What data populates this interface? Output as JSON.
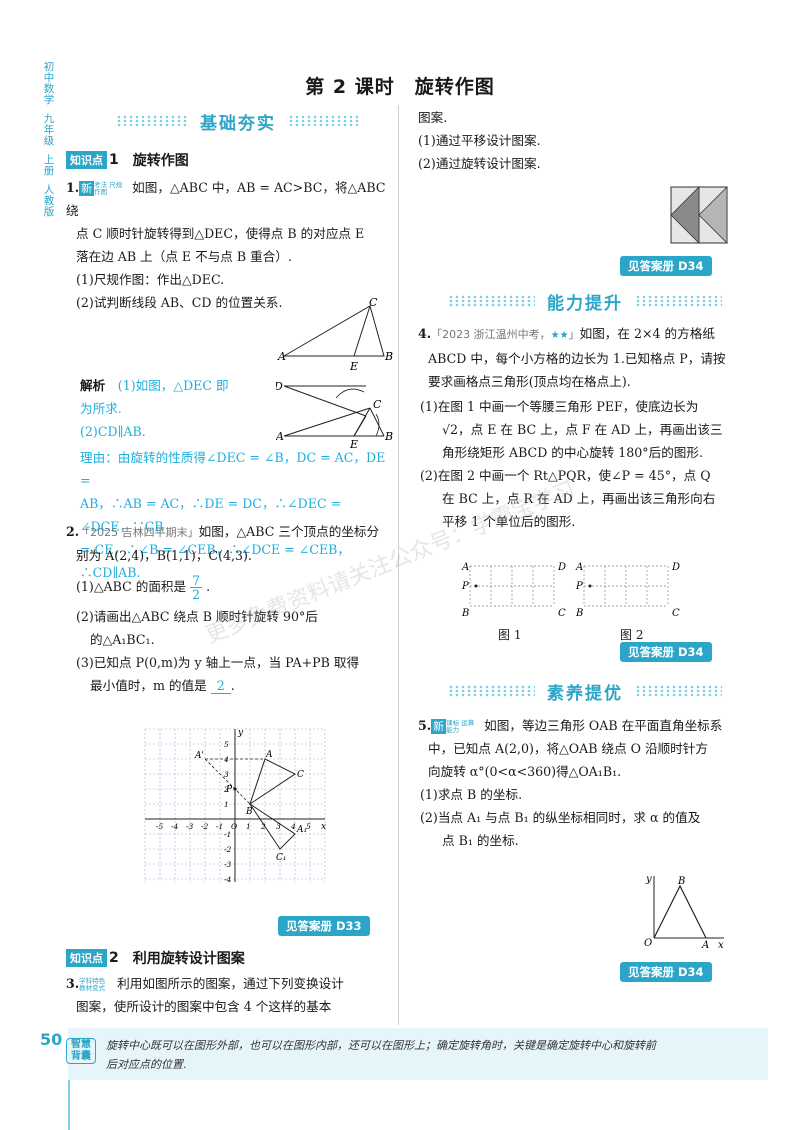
{
  "side": [
    "初",
    "中",
    "数",
    "学",
    "",
    "九",
    "年",
    "级",
    "",
    "上",
    "册",
    "",
    "人",
    "教",
    "版"
  ],
  "page_title": "第 2 课时　旋转作图",
  "sections": {
    "basic": "基础夯实",
    "ability": "能力提升",
    "literacy": "素养提优"
  },
  "kp1": {
    "badge": "知识点",
    "num": "1",
    "title": "旋转作图"
  },
  "kp2": {
    "badge": "知识点",
    "num": "2",
    "title": "利用旋转设计图案"
  },
  "q1": {
    "num": "1.",
    "tag": "新",
    "tag_small": "考法 尺规作图",
    "stem1": "如图，△ABC 中，AB = AC>BC，将△ABC 绕",
    "stem2": "点 C 顺时针旋转得到△DEC，使得点 B 的对应点 E",
    "stem3": "落在边 AB 上（点 E 不与点 B 重合）.",
    "sub1": "(1)尺规作图：作出△DEC.",
    "sub2": "(2)试判断线段 AB、CD 的位置关系.",
    "analysis_label": "解析",
    "sol1": "(1)如图，△DEC 即",
    "sol2": "为所求.",
    "sol3": "(2)CD∥AB.",
    "sol4": "理由：由旋转的性质得∠DEC = ∠B，DC = AC，DE =",
    "sol5": "AB，∴AB = AC，∴DE = DC，∴∠DEC = ∠DCE，∵CB",
    "sol6": "= CE，∴∠B = ∠CEB，∴∠DCE = ∠CEB，∴CD∥AB."
  },
  "q2": {
    "num": "2.",
    "src": "「2025 吉林四平期末」",
    "stem1": "如图，△ABC 三个顶点的坐标分",
    "stem2": "别为 A(2,4)，B(1,1)，C(4,3).",
    "sub1": "(1)△ABC 的面积是",
    "sub1_n": "7",
    "sub1_d": "2",
    "sub1_end": ".",
    "sub2a": "(2)请画出△ABC 绕点 B 顺时针旋转 90°后",
    "sub2b": "的△A₁BC₁.",
    "sub3a": "(3)已知点 P(0,m)为 y 轴上一点，当 PA+PB 取得",
    "sub3b": "最小值时，m 的值是",
    "sub3_ans": "2",
    "sub3_end": "."
  },
  "q3": {
    "num": "3.",
    "tag_small": "学科特色 教材变式",
    "stem1": "利用如图所示的图案，通过下列变换设计",
    "stem2": "图案，使所设计的图案中包含 4 个这样的基本",
    "stem3": "图案.",
    "sub1": "(1)通过平移设计图案.",
    "sub2": "(2)通过旋转设计图案."
  },
  "q4": {
    "num": "4.",
    "src": "「2023 浙江温州中考，",
    "src_end": "」",
    "stem1": "如图，在 2×4 的方格纸",
    "stem2": "ABCD 中，每个小方格的边长为 1.已知格点 P，请按",
    "stem3": "要求画格点三角形(顶点均在格点上).",
    "sub1a": "(1)在图 1 中画一个等腰三角形 PEF，使底边长为",
    "sub1b": "√2，点 E 在 BC 上，点 F 在 AD 上，再画出该三",
    "sub1c": "角形绕矩形 ABCD 的中心旋转 180°后的图形.",
    "sub2a": "(2)在图 2 中画一个 Rt△PQR，使∠P = 45°，点 Q",
    "sub2b": "在 BC 上，点 R 在 AD 上，再画出该三角形向右",
    "sub2c": "平移 1 个单位后的图形.",
    "fig1": "图 1",
    "fig2": "图 2"
  },
  "q5": {
    "num": "5.",
    "tag": "新",
    "tag_small": "课标 运算能力",
    "stem1": "如图，等边三角形 OAB 在平面直角坐标系",
    "stem2": "中，已知点 A(2,0)，将△OAB 绕点 O 沿顺时针方",
    "stem3": "向旋转 α°(0<α<360)得△OA₁B₁.",
    "sub1": "(1)求点 B 的坐标.",
    "sub2a": "(2)当点 A₁ 与点 B₁ 的纵坐标相同时，求 α 的值及",
    "sub2b": "点 B₁ 的坐标."
  },
  "answers": {
    "a1": "见答案册 D33",
    "a2": "见答案册 D34",
    "a3": "见答案册 D34",
    "a4": "见答案册 D34"
  },
  "labels": {
    "A": "A",
    "B": "B",
    "C": "C",
    "D": "D",
    "E": "E",
    "P": "P",
    "O": "O",
    "x": "x",
    "y": "y",
    "A1": "A₁",
    "C1": "C₁",
    "Ap": "A'"
  },
  "grid_ticks_x": [
    "-5",
    "-4",
    "-3",
    "-2",
    "-1",
    "O",
    "1",
    "2",
    "3",
    "4",
    "5"
  ],
  "grid_ticks_y": [
    "5",
    "4",
    "3",
    "2",
    "1",
    "-1",
    "-2",
    "-3",
    "-4"
  ],
  "footer": {
    "page": "50",
    "badge": "智慧背囊",
    "text1": "旋转中心既可以在图形外部，也可以在图形内部，还可以在图形上；确定旋转角时，关键是确定旋转中心和旋转前",
    "text2": "后对应点的位置."
  },
  "watermark": "更多免费资料请关注公众号：学霸宝学习"
}
